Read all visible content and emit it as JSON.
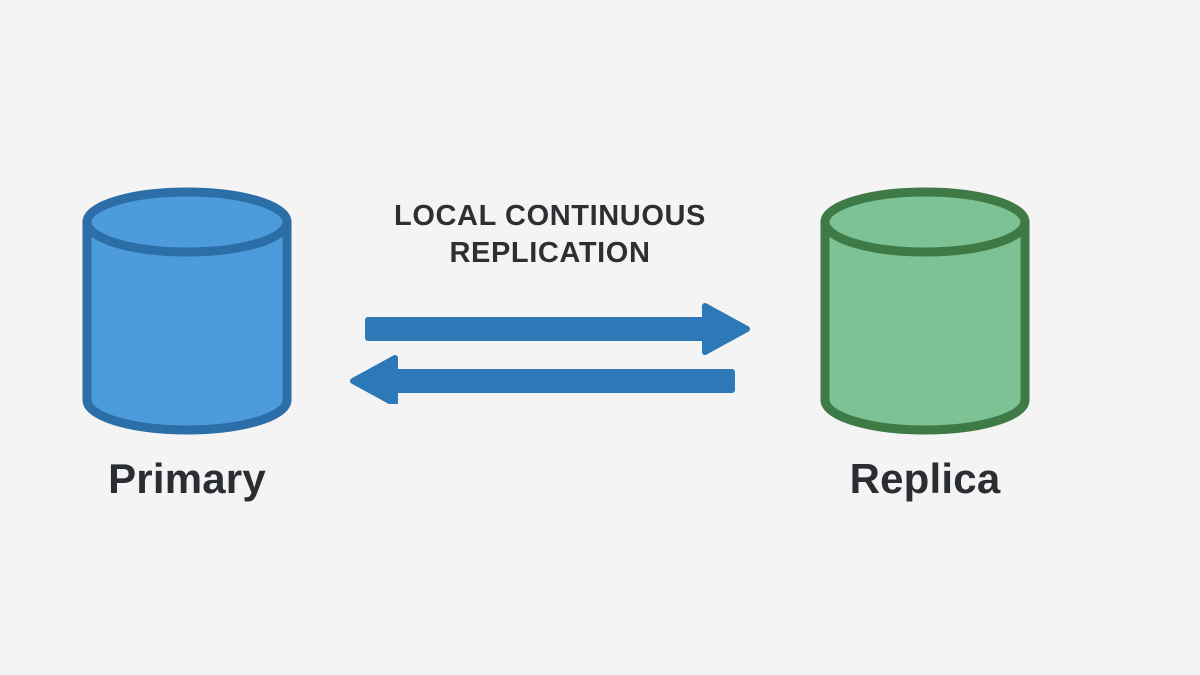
{
  "diagram": {
    "type": "replication-topology",
    "background_color": "#f4f4f4",
    "title_text": "LOCAL CONTINUOUS REPLICATION",
    "nodes": [
      {
        "id": "primary",
        "label": "Primary",
        "shape": "database-cylinder",
        "fill_color": "#4e9bdc",
        "stroke_color": "#2b6ea8",
        "label_color": "#2a2d31"
      },
      {
        "id": "replica",
        "label": "Replica",
        "shape": "database-cylinder",
        "fill_color": "#7cc295",
        "stroke_color": "#3d7a45",
        "label_color": "#2a2d31"
      }
    ],
    "connections": [
      {
        "id": "primary-to-replica",
        "direction": "right",
        "from": "primary",
        "to": "replica",
        "color": "#2d79b8",
        "style": "block-arrow"
      },
      {
        "id": "replica-to-primary",
        "direction": "left",
        "from": "replica",
        "to": "primary",
        "color": "#2d79b8",
        "style": "block-arrow"
      }
    ]
  }
}
